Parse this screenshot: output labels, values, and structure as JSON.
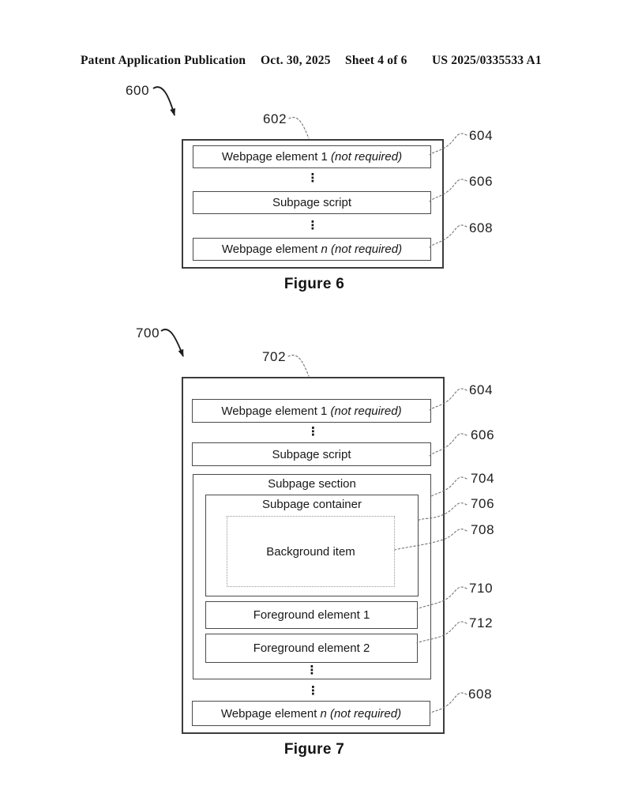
{
  "header": {
    "publication": "Patent Application Publication",
    "date": "Oct. 30, 2025",
    "sheet": "Sheet 4 of 6",
    "patent_number": "US 2025/0335533 A1"
  },
  "ellipsis": "⋮",
  "figure6": {
    "figure_ref": "600",
    "outer_box_ref": "602",
    "caption": "Figure 6",
    "rows": [
      {
        "ref": "604",
        "plain": "Webpage element 1 ",
        "italic": "(not required)"
      },
      {
        "ref": "606",
        "plain": "Subpage script",
        "italic": ""
      },
      {
        "ref": "608",
        "plain": "Webpage element ",
        "italic": "n (not required)"
      }
    ]
  },
  "figure7": {
    "figure_ref": "700",
    "outer_box_ref": "702",
    "caption": "Figure 7",
    "webpage_element_1": {
      "ref": "604",
      "plain": "Webpage element 1 ",
      "italic": "(not required)"
    },
    "subpage_script": {
      "ref": "606",
      "label": "Subpage script"
    },
    "subpage_section": {
      "ref": "704",
      "label": "Subpage section"
    },
    "subpage_container": {
      "ref": "706",
      "label": "Subpage container"
    },
    "background_item": {
      "ref": "708",
      "label": "Background item"
    },
    "foreground_element_1": {
      "ref": "710",
      "label": "Foreground element 1"
    },
    "foreground_element_2": {
      "ref": "712",
      "label": "Foreground element 2"
    },
    "webpage_element_n": {
      "ref": "608",
      "plain": "Webpage element ",
      "italic": "n (not required)"
    }
  },
  "colors": {
    "ink": "#1d1d1d",
    "box_border": "#3c3c3c",
    "leader": "#6f6f6f"
  }
}
